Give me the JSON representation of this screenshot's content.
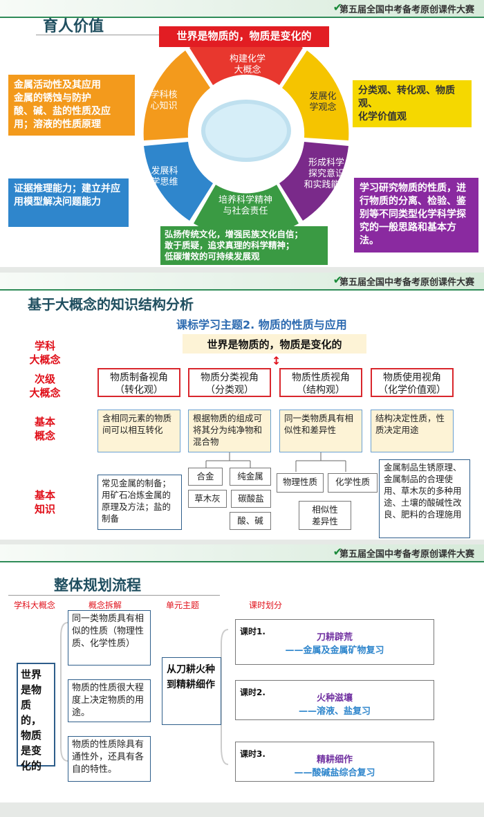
{
  "header": {
    "title": "第五届全国中考备考原创课件大赛"
  },
  "slide1": {
    "title": "育人价值",
    "center_banner": "世界是物质的，物质是变化的",
    "wheel": [
      {
        "label": "构建化学\n大概念",
        "color": "#e8372e"
      },
      {
        "label": "发展化\n学观念",
        "color": "#f5c400"
      },
      {
        "label": "形成科学\n探究意识\n和实践能力",
        "color": "#7a2a8a"
      },
      {
        "label": "培养科学精神\n与社会责任",
        "color": "#3a9a43"
      },
      {
        "label": "发展科\n学思维",
        "color": "#2f86cc"
      },
      {
        "label": "学科核\n心知识",
        "color": "#f39a1c"
      }
    ],
    "box_knowledge": "金属活动性及其应用\n金属的锈蚀与防护\n酸、碱、盐的性质及应用；溶液的性质原理",
    "box_views": "分类观、转化观、物质观、\n化学价值观",
    "box_thinking": "证据推理能力；建立并应用模型解决问题能力",
    "box_inquiry": "学习研究物质的性质，进行物质的分离、检验、鉴别等不同类型化学科学探究的一般思路和基本方法。",
    "box_spirit": "弘扬传统文化，增强民族文化自信；\n敢于质疑，追求真理的科学精神；\n低碳增效的可持续发展观"
  },
  "slide2": {
    "title": "基于大概念的知识结构分析",
    "subtitle": "课标学习主题2. 物质的性质与应用",
    "big_concept": "世界是物质的，物质是变化的",
    "row_labels": [
      "学科\n大概念",
      "次级\n大概念",
      "基本\n概念",
      "基本\n知识"
    ],
    "perspectives": [
      "物质制备视角\n（转化观）",
      "物质分类视角\n（分类观）",
      "物质性质视角\n（结构观）",
      "物质使用视角\n（化学价值观）"
    ],
    "concepts": [
      "含相同元素的物质间可以相互转化",
      "根据物质的组成可将其分为纯净物和混合物",
      "同一类物质具有相似性和差异性",
      "结构决定性质，性质决定用途"
    ],
    "knowledge_prep": "常见金属的制备；用矿石冶炼金属的原理及方法；盐的制备",
    "class_items": [
      "合金",
      "纯金属",
      "草木灰",
      "碳酸盐",
      "酸、碱"
    ],
    "prop_items": [
      "物理性质",
      "化学性质",
      "相似性\n差异性"
    ],
    "knowledge_use": "金属制品生锈原理、金属制品的合理使用、草木灰的多种用途、土壤的酸碱性改良、肥料的合理施用"
  },
  "slide3": {
    "title": "整体规划流程",
    "col_heads": [
      "学科大概念",
      "概念拆解",
      "单元主题",
      "课时划分"
    ],
    "big_concept": "世界\n是物\n质的，\n物质\n是变\n化的",
    "concepts": [
      "同一类物质具有相似的性质（物理性质、化学性质）",
      "物质的性质很大程度上决定物质的用途。",
      "物质的性质除具有通性外，还具有各自的特性。"
    ],
    "unit": "从刀耕火种\n到精耕细作",
    "lessons": [
      {
        "num": "课时1.",
        "title": "刀耕辟荒",
        "sub": "——金属及金属矿物复习"
      },
      {
        "num": "课时2.",
        "title": "火种滋壤",
        "sub": "——溶液、盐复习"
      },
      {
        "num": "课时3.",
        "title": "精耕细作",
        "sub": "——酸碱盐综合复习"
      }
    ]
  }
}
